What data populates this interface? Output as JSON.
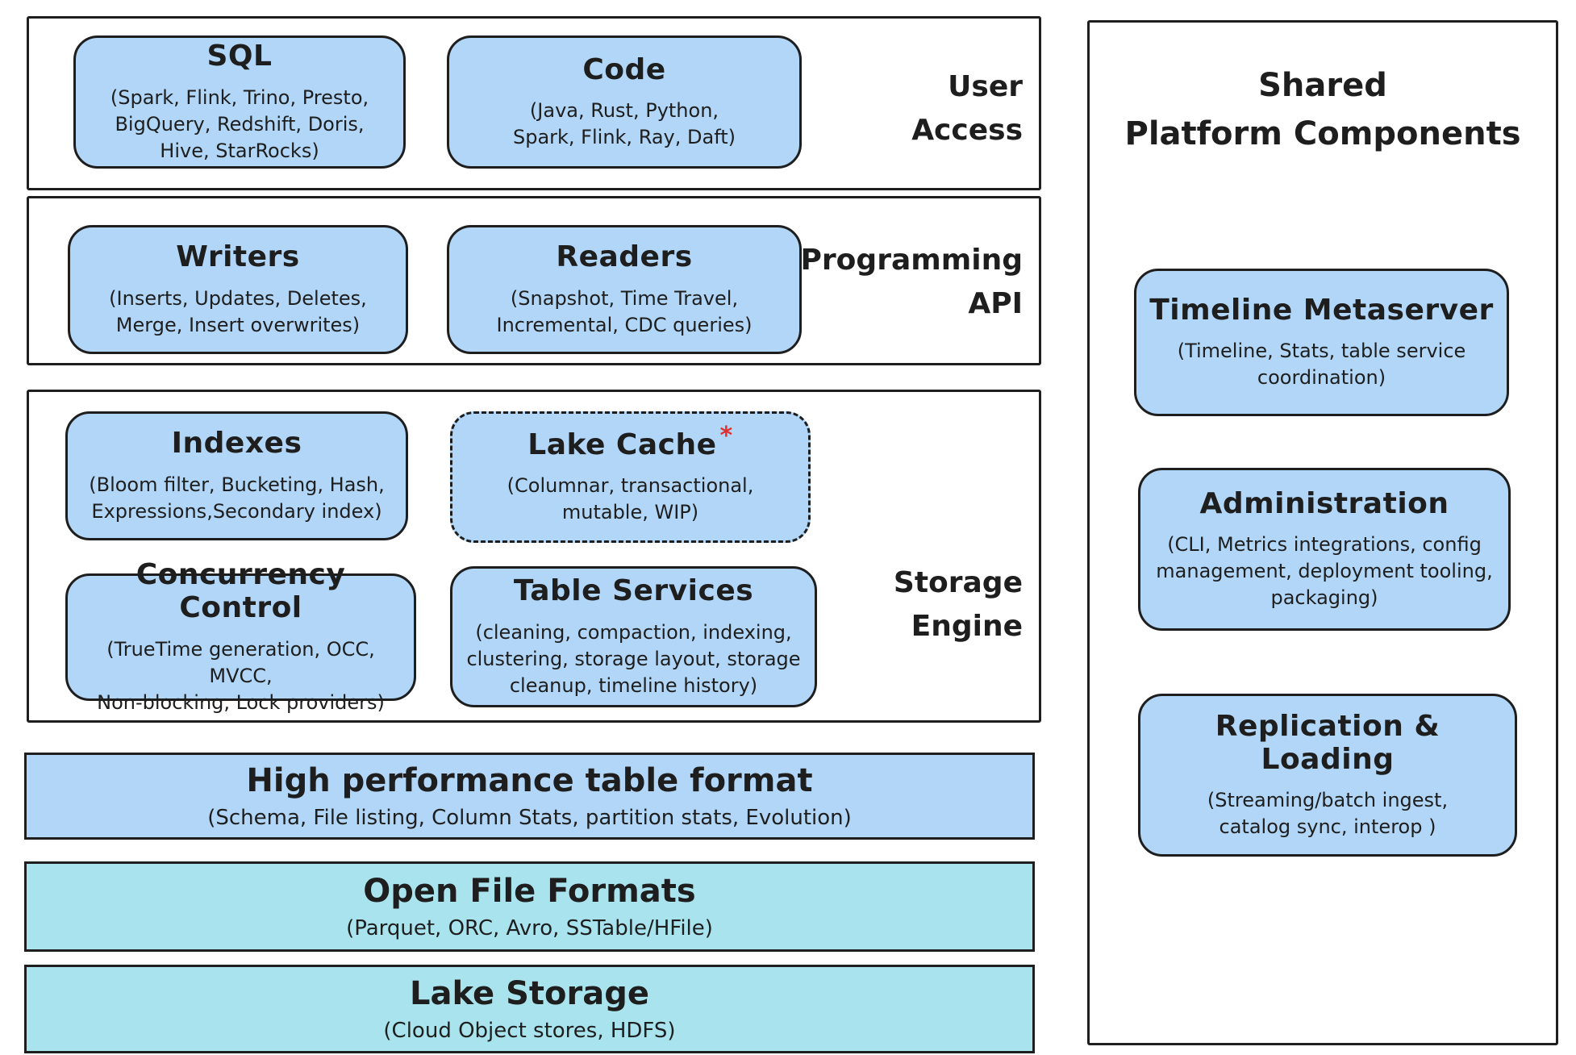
{
  "colors": {
    "blue_fill": "#b1d6f7",
    "cyan_fill": "#a9e4ee",
    "stroke": "#1e1e1e",
    "asterisk_red": "#e03131"
  },
  "left": {
    "sections": [
      {
        "label": "User\nAccess",
        "boxes": [
          {
            "title": "SQL",
            "subtitle": "(Spark, Flink, Trino, Presto,\nBigQuery, Redshift, Doris,\nHive, StarRocks)"
          },
          {
            "title": "Code",
            "subtitle": "(Java, Rust, Python,\nSpark, Flink, Ray, Daft)"
          }
        ]
      },
      {
        "label": "Programming\nAPI",
        "boxes": [
          {
            "title": "Writers",
            "subtitle": "(Inserts, Updates, Deletes,\nMerge, Insert overwrites)"
          },
          {
            "title": "Readers",
            "subtitle": "(Snapshot, Time Travel,\nIncremental, CDC queries)"
          }
        ]
      },
      {
        "label": "Storage\nEngine",
        "boxes": [
          {
            "title": "Indexes",
            "subtitle": "(Bloom filter, Bucketing, Hash,\nExpressions,Secondary index)"
          },
          {
            "title": "Lake Cache",
            "asterisk": "*",
            "subtitle": "(Columnar, transactional,\nmutable, WIP)"
          },
          {
            "title": "Concurrency Control",
            "subtitle": "(TrueTime generation, OCC, MVCC,\nNon-blocking, Lock providers)"
          },
          {
            "title": "Table Services",
            "subtitle": "(cleaning, compaction, indexing,\nclustering, storage layout, storage\ncleanup, timeline history)"
          }
        ]
      }
    ],
    "bars": [
      {
        "title": "High performance table format",
        "subtitle": "(Schema, File listing, Column Stats, partition stats, Evolution)"
      },
      {
        "title": "Open File Formats",
        "subtitle": "(Parquet, ORC, Avro, SSTable/HFile)"
      },
      {
        "title": "Lake Storage",
        "subtitle": "(Cloud Object stores, HDFS)"
      }
    ]
  },
  "right": {
    "title": "Shared\nPlatform Components",
    "boxes": [
      {
        "title": "Timeline Metaserver",
        "subtitle": "(Timeline, Stats, table service\ncoordination)"
      },
      {
        "title": "Administration",
        "subtitle": "(CLI, Metrics integrations, config\nmanagement, deployment tooling,\npackaging)"
      },
      {
        "title": "Replication & Loading",
        "subtitle": "(Streaming/batch ingest,\ncatalog sync, interop )"
      }
    ]
  }
}
